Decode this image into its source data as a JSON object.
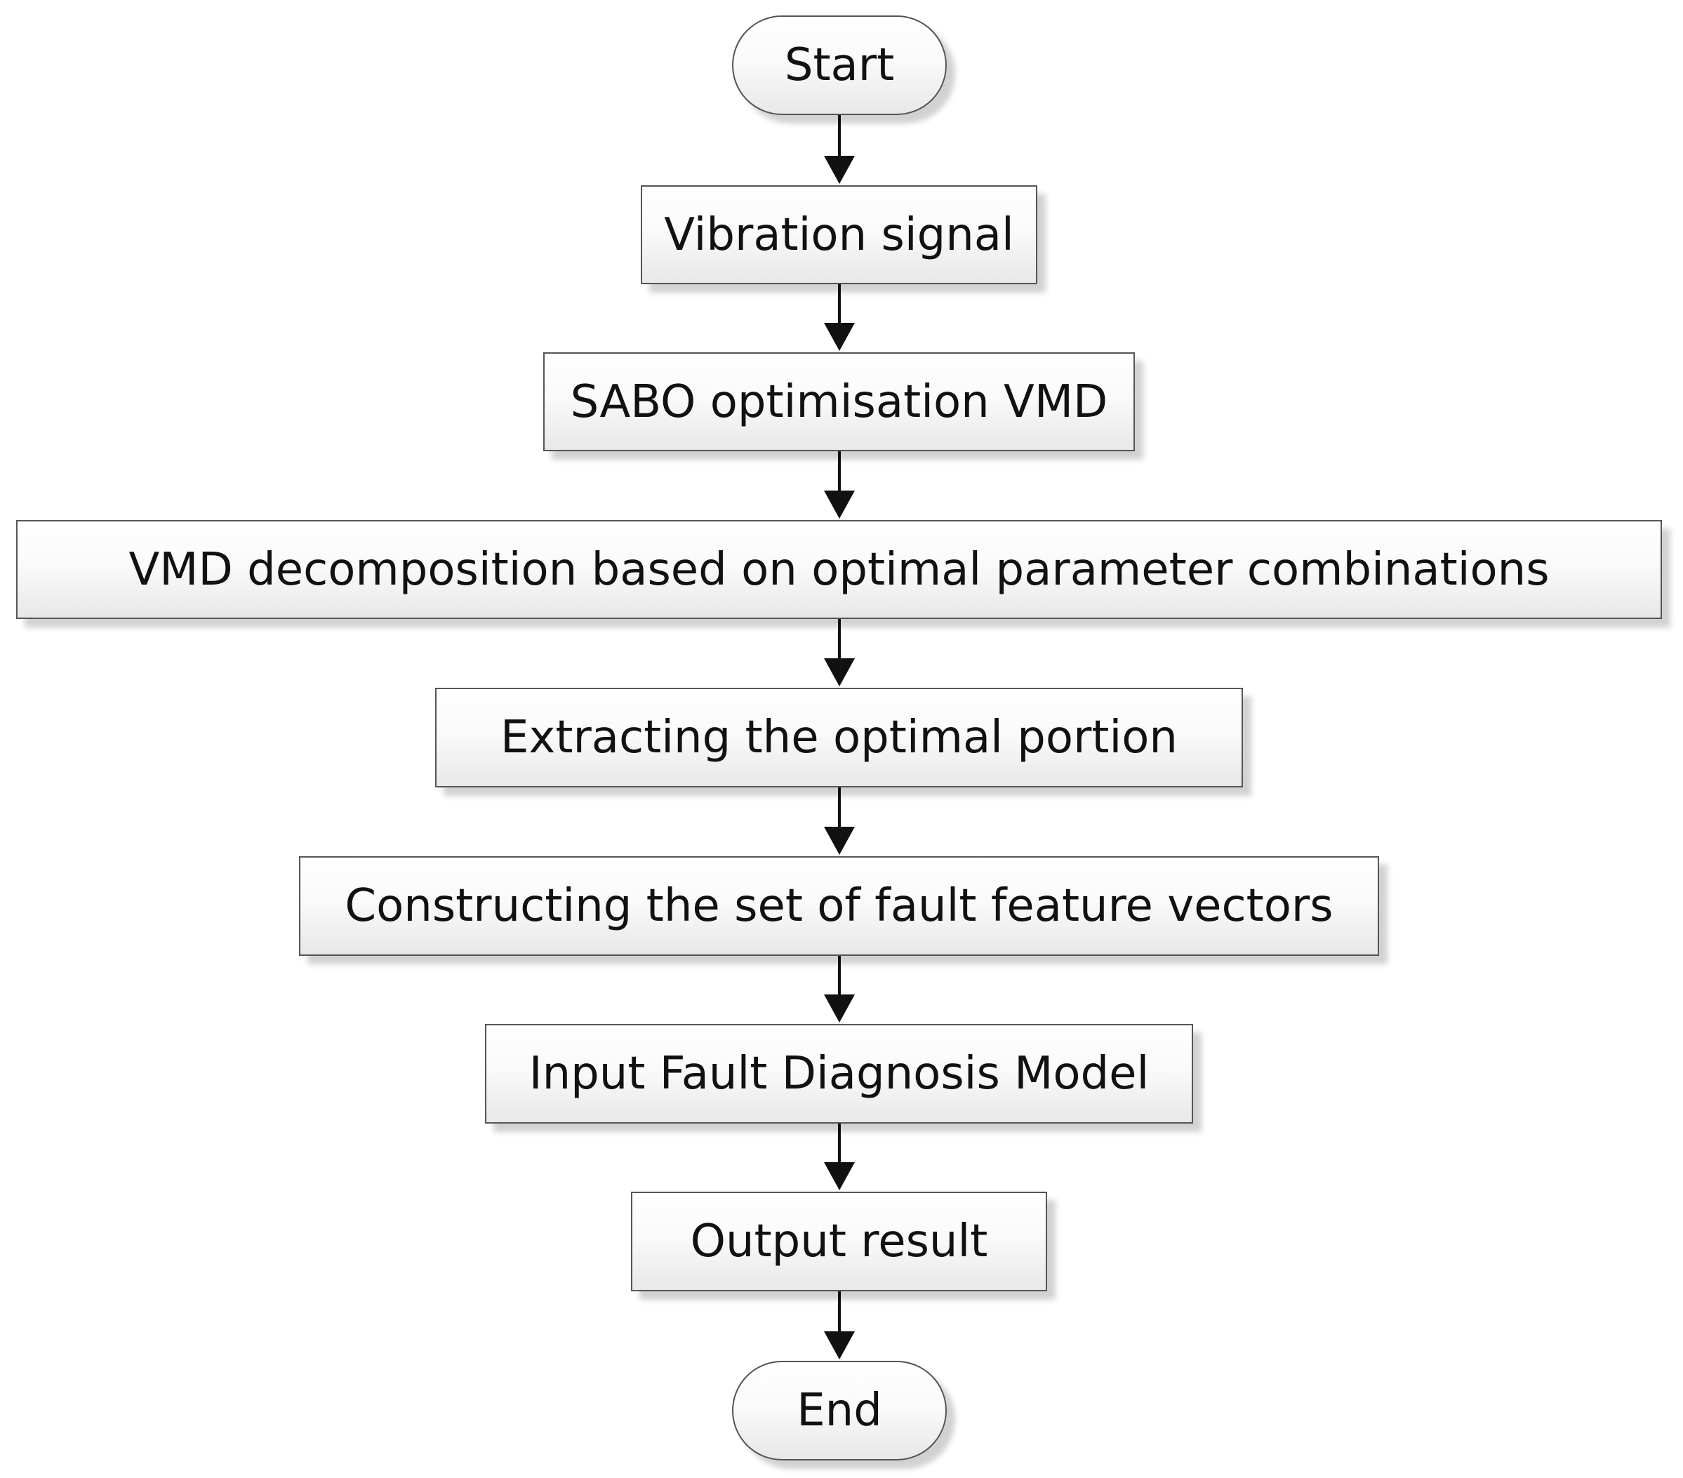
{
  "flowchart": {
    "nodes": [
      {
        "id": "start",
        "kind": "terminal",
        "label": "Start"
      },
      {
        "id": "vibration-signal",
        "kind": "process",
        "label": "Vibration signal"
      },
      {
        "id": "sabo-optimisation-vmd",
        "kind": "process",
        "label": "SABO optimisation VMD"
      },
      {
        "id": "vmd-decomposition",
        "kind": "process",
        "label": "VMD decomposition based on optimal parameter combinations"
      },
      {
        "id": "extracting-optimal-portion",
        "kind": "process",
        "label": "Extracting the optimal portion"
      },
      {
        "id": "constructing-feature-vectors",
        "kind": "process",
        "label": "Constructing the set of fault feature vectors"
      },
      {
        "id": "input-fault-diagnosis-model",
        "kind": "process",
        "label": "Input Fault Diagnosis Model"
      },
      {
        "id": "output-result",
        "kind": "process",
        "label": "Output result"
      },
      {
        "id": "end",
        "kind": "terminal",
        "label": "End"
      }
    ],
    "edges": [
      {
        "from": "start",
        "to": "vibration-signal"
      },
      {
        "from": "vibration-signal",
        "to": "sabo-optimisation-vmd"
      },
      {
        "from": "sabo-optimisation-vmd",
        "to": "vmd-decomposition"
      },
      {
        "from": "vmd-decomposition",
        "to": "extracting-optimal-portion"
      },
      {
        "from": "extracting-optimal-portion",
        "to": "constructing-feature-vectors"
      },
      {
        "from": "constructing-feature-vectors",
        "to": "input-fault-diagnosis-model"
      },
      {
        "from": "input-fault-diagnosis-model",
        "to": "output-result"
      },
      {
        "from": "output-result",
        "to": "end"
      }
    ],
    "colors": {
      "border": "#555555",
      "arrow": "#111111",
      "text": "#111111"
    }
  }
}
